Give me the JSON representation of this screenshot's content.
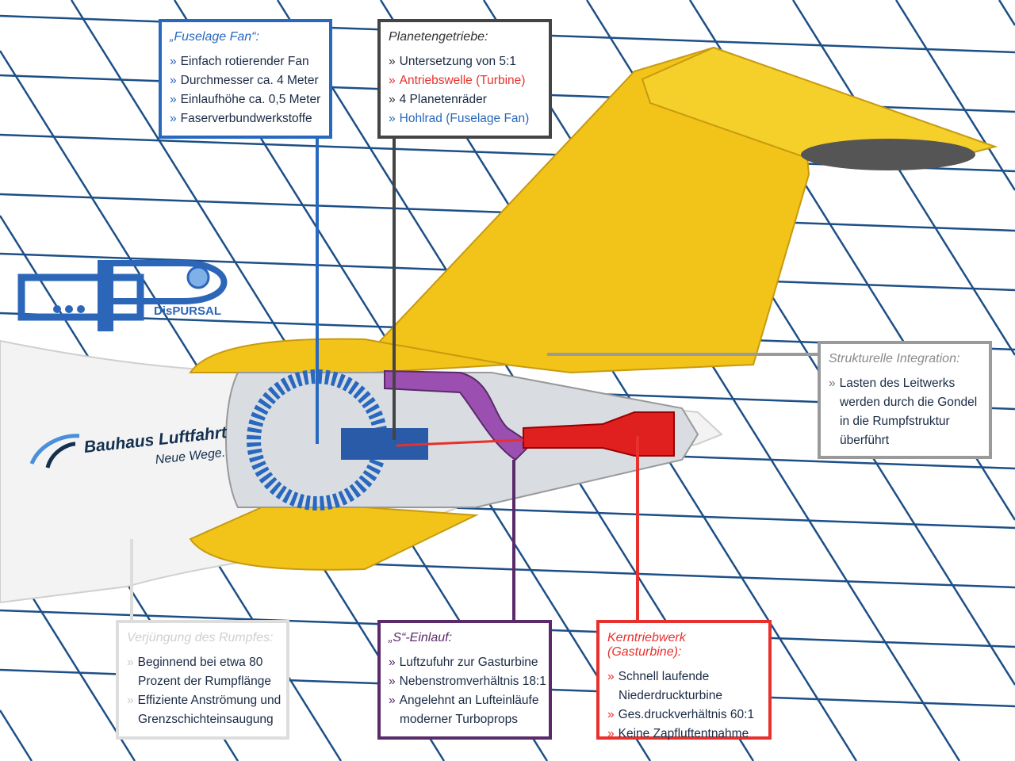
{
  "colors": {
    "fan": "#2868bf",
    "planet": "#444444",
    "struct": "#9a9a9a",
    "taper": "#dddddd",
    "inlet": "#5a2a6a",
    "core": "#e8302c",
    "tail": "#f2c318",
    "grid": "#1d4f86"
  },
  "logos": {
    "dispursal": "DisPURSAL",
    "bauhaus": "Bauhaus Luftfahrt",
    "bauhaus_tagline": "Neue Wege."
  },
  "boxes": {
    "fan": {
      "title": "„Fuselage Fan“:",
      "items": [
        "Einfach rotierender Fan",
        "Durchmesser ca. 4 Meter",
        "Einlaufhöhe ca. 0,5 Meter",
        "Faserverbundwerkstoffe"
      ]
    },
    "planet": {
      "title": "Planetengetriebe:",
      "items": [
        "Untersetzung von 5:1",
        "Antriebswelle (Turbine)",
        "4 Planetenräder",
        "Hohlrad (Fuselage Fan)"
      ]
    },
    "struct": {
      "title": "Strukturelle Integration:",
      "items": [
        "Lasten des Leitwerks",
        "werden durch die Gondel",
        "in die Rumpfstruktur",
        "überführt"
      ]
    },
    "taper": {
      "title": "Verjüngung des Rumpfes:",
      "items": [
        "Beginnend bei etwa 80",
        "Prozent der Rumpflänge",
        "Effiziente Anströmung und",
        "Grenzschichteinsaugung"
      ]
    },
    "inlet": {
      "title": "„S“-Einlauf:",
      "items": [
        "Luftzufuhr zur Gasturbine",
        "Nebenstromverhältnis 18:1",
        "Angelehnt an Lufteinläufe",
        "moderner Turboprops"
      ]
    },
    "core": {
      "title": "Kerntriebwerk (Gasturbine):",
      "items": [
        "Schnell laufende",
        "Niederdruckturbine",
        "Ges.druckverhältnis 60:1",
        "Keine Zapfluftentnahme"
      ]
    }
  },
  "bullet": "»"
}
